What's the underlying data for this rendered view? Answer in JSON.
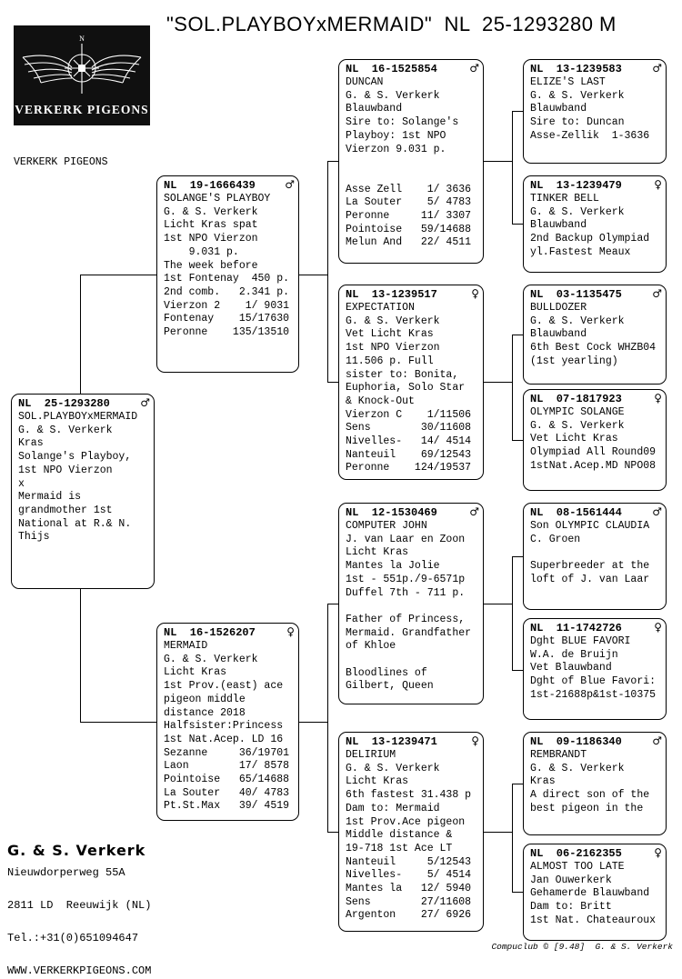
{
  "title": "\"SOL.PLAYBOYxMERMAID\"  NL  25-1293280 M",
  "logo": {
    "brand": "VERKERK PIGEONS",
    "compass_north": "N"
  },
  "loft_label": "VERKERK PIGEONS",
  "footer": {
    "owner": "G. & S. Verkerk",
    "address_line1": "Nieuwdorperweg 55A",
    "address_line2": "2811 LD  Reeuwijk (NL)",
    "phone": "Tel.:+31(0)651094647",
    "website": "WWW.VERKERKPIGEONS.COM"
  },
  "credit": "Compuclub © [9.48]  G. & S. Verkerk",
  "boxes": {
    "subject": {
      "ring": "NL  25-1293280",
      "sex": "♂",
      "lines": [
        "SOL.PLAYBOYxMERMAID",
        "G. & S. Verkerk",
        "Kras",
        "Solange's Playboy,",
        "1st NPO Vierzon",
        "x",
        "Mermaid is",
        "grandmother 1st",
        "National at R.& N.",
        "Thijs"
      ]
    },
    "solanges_playboy": {
      "ring": "NL  19-1666439",
      "sex": "♂",
      "lines": [
        "SOLANGE'S PLAYBOY",
        "G. & S. Verkerk",
        "Licht Kras spat",
        "1st NPO Vierzon",
        "    9.031 p.",
        "The week before",
        "1st Fontenay  450 p.",
        "2nd comb.   2.341 p.",
        "Vierzon 2    1/ 9031",
        "Fontenay    15/17630",
        "Peronne    135/13510"
      ]
    },
    "mermaid": {
      "ring": "NL  16-1526207",
      "sex": "♀",
      "lines": [
        "MERMAID",
        "G. & S. Verkerk",
        "Licht Kras",
        "1st Prov.(east) ace",
        "pigeon middle",
        "distance 2018",
        "Halfsister:Princess",
        "1st Nat.Acep. LD 16",
        "Sezanne     36/19701",
        "Laon        17/ 8578",
        "Pointoise   65/14688",
        "La Souter   40/ 4783",
        "Pt.St.Max   39/ 4519"
      ]
    },
    "duncan": {
      "ring": "NL  16-1525854",
      "sex": "♂",
      "lines": [
        "DUNCAN",
        "G. & S. Verkerk",
        "Blauwband",
        "Sire to: Solange's",
        "Playboy: 1st NPO",
        "Vierzon 9.031 p.",
        "",
        "",
        "Asse Zell    1/ 3636",
        "La Souter    5/ 4783",
        "Peronne     11/ 3307",
        "Pointoise   59/14688",
        "Melun And   22/ 4511"
      ]
    },
    "expectation": {
      "ring": "NL  13-1239517",
      "sex": "♀",
      "lines": [
        "EXPECTATION",
        "G. & S. Verkerk",
        "Vet Licht Kras",
        "1st NPO Vierzon",
        "11.506 p. Full",
        "sister to: Bonita,",
        "Euphoria, Solo Star",
        "& Knock-Out",
        "Vierzon C    1/11506",
        "Sens        30/11608",
        "Nivelles-   14/ 4514",
        "Nanteuil    69/12543",
        "Peronne    124/19537"
      ]
    },
    "computer_john": {
      "ring": "NL  12-1530469",
      "sex": "♂",
      "lines": [
        "COMPUTER JOHN",
        "J. van Laar en Zoon",
        "Licht Kras",
        "Mantes la Jolie",
        "1st - 551p./9-6571p",
        "Duffel 7th - 711 p.",
        "",
        "Father of Princess,",
        "Mermaid. Grandfather",
        "of Khloe",
        "",
        "Bloodlines of",
        "Gilbert, Queen"
      ]
    },
    "delirium": {
      "ring": "NL  13-1239471",
      "sex": "♀",
      "lines": [
        "DELIRIUM",
        "G. & S. Verkerk",
        "Licht Kras",
        "6th fastest 31.438 p",
        "Dam to: Mermaid",
        "1st Prov.Ace pigeon",
        "Middle distance &",
        "19-718 1st Ace LT",
        "Nanteuil     5/12543",
        "Nivelles-    5/ 4514",
        "Mantes la   12/ 5940",
        "Sens        27/11608",
        "Argenton    27/ 6926"
      ]
    },
    "elizes_last": {
      "ring": "NL  13-1239583",
      "sex": "♂",
      "lines": [
        "ELIZE'S LAST",
        "G. & S. Verkerk",
        "Blauwband",
        "Sire to: Duncan",
        "Asse-Zellik  1-3636"
      ]
    },
    "tinker_bell": {
      "ring": "NL  13-1239479",
      "sex": "♀",
      "lines": [
        "TINKER BELL",
        "G. & S. Verkerk",
        "Blauwband",
        "2nd Backup Olympiad",
        "yl.Fastest Meaux"
      ]
    },
    "bulldozer": {
      "ring": "NL  03-1135475",
      "sex": "♂",
      "lines": [
        "BULLDOZER",
        "G. & S. Verkerk",
        "Blauwband",
        "6th Best Cock WHZB04",
        "(1st yearling)"
      ]
    },
    "olympic_solange": {
      "ring": "NL  07-1817923",
      "sex": "♀",
      "lines": [
        "OLYMPIC SOLANGE",
        "G. & S. Verkerk",
        "Vet Licht Kras",
        "Olympiad All Round09",
        "1stNat.Acep.MD NPO08"
      ]
    },
    "son_olympic_claudia": {
      "ring": "NL  08-1561444",
      "sex": "♂",
      "lines": [
        "Son OLYMPIC CLAUDIA",
        "C. Groen",
        "",
        "Superbreeder at the",
        "loft of J. van Laar"
      ]
    },
    "dght_blue_favori": {
      "ring": "NL  11-1742726",
      "sex": "♀",
      "lines": [
        "Dght BLUE FAVORI",
        "W.A. de Bruijn",
        "Vet Blauwband",
        "Dght of Blue Favori:",
        "1st-21688p&1st-10375"
      ]
    },
    "rembrandt": {
      "ring": "NL  09-1186340",
      "sex": "♂",
      "lines": [
        "REMBRANDT",
        "G. & S. Verkerk",
        "Kras",
        "A direct son of the",
        "best pigeon in the"
      ]
    },
    "almost_too_late": {
      "ring": "NL  06-2162355",
      "sex": "♀",
      "lines": [
        "ALMOST TOO LATE",
        "Jan Ouwerkerk",
        "Gehamerde Blauwband",
        "Dam to: Britt",
        "1st Nat. Chateauroux"
      ]
    }
  }
}
